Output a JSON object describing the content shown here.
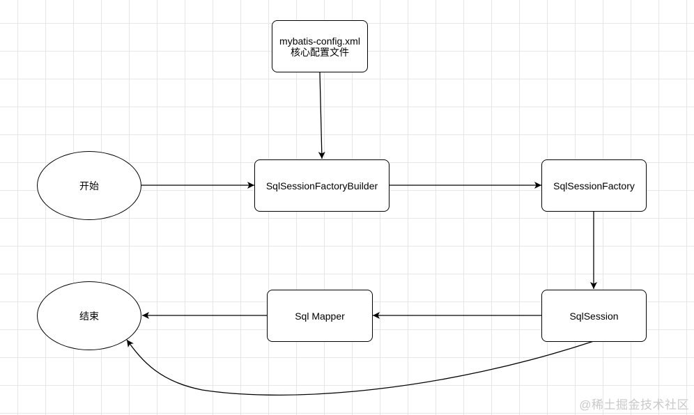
{
  "diagram": {
    "nodes": {
      "config": {
        "line1": "mybatis-config.xml",
        "line2": "核心配置文件"
      },
      "start": {
        "label": "开始"
      },
      "builder": {
        "label": "SqlSessionFactoryBuilder"
      },
      "factory": {
        "label": "SqlSessionFactory"
      },
      "session": {
        "label": "SqlSession"
      },
      "mapper": {
        "label": "Sql Mapper"
      },
      "end": {
        "label": "结束"
      }
    },
    "edges": [
      {
        "from": "config",
        "to": "builder"
      },
      {
        "from": "start",
        "to": "builder"
      },
      {
        "from": "builder",
        "to": "factory"
      },
      {
        "from": "factory",
        "to": "session"
      },
      {
        "from": "session",
        "to": "mapper"
      },
      {
        "from": "mapper",
        "to": "end"
      },
      {
        "from": "session",
        "to": "end"
      }
    ]
  },
  "watermark": {
    "text": "@稀土掘金技术社区"
  }
}
